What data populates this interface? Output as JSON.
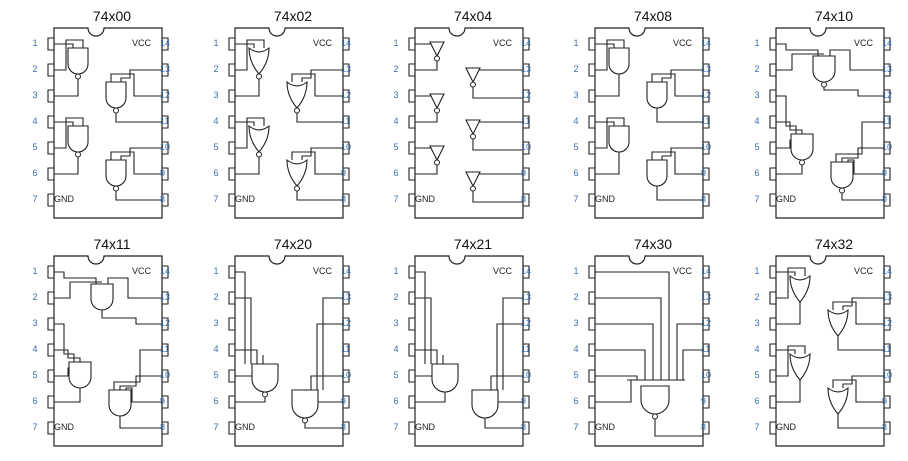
{
  "labels": {
    "vcc": "VCC",
    "gnd": "GND"
  },
  "pins_left": [
    "1",
    "2",
    "3",
    "4",
    "5",
    "6",
    "7"
  ],
  "pins_right": [
    "14",
    "13",
    "12",
    "11",
    "10",
    "9",
    "8"
  ],
  "colors": {
    "pin_number": "#3a6fb0",
    "line": "#222222",
    "background": "#ffffff"
  },
  "chips": [
    {
      "title": "74x00",
      "gate": "nand",
      "inputs": 2,
      "count": 4
    },
    {
      "title": "74x02",
      "gate": "nor",
      "inputs": 2,
      "count": 4
    },
    {
      "title": "74x04",
      "gate": "not",
      "inputs": 1,
      "count": 6
    },
    {
      "title": "74x08",
      "gate": "and",
      "inputs": 2,
      "count": 4
    },
    {
      "title": "74x10",
      "gate": "nand",
      "inputs": 3,
      "count": 3
    },
    {
      "title": "74x11",
      "gate": "and",
      "inputs": 3,
      "count": 3
    },
    {
      "title": "74x20",
      "gate": "nand",
      "inputs": 4,
      "count": 2
    },
    {
      "title": "74x21",
      "gate": "and",
      "inputs": 4,
      "count": 2
    },
    {
      "title": "74x30",
      "gate": "nand",
      "inputs": 8,
      "count": 1
    },
    {
      "title": "74x32",
      "gate": "or",
      "inputs": 2,
      "count": 4
    }
  ]
}
